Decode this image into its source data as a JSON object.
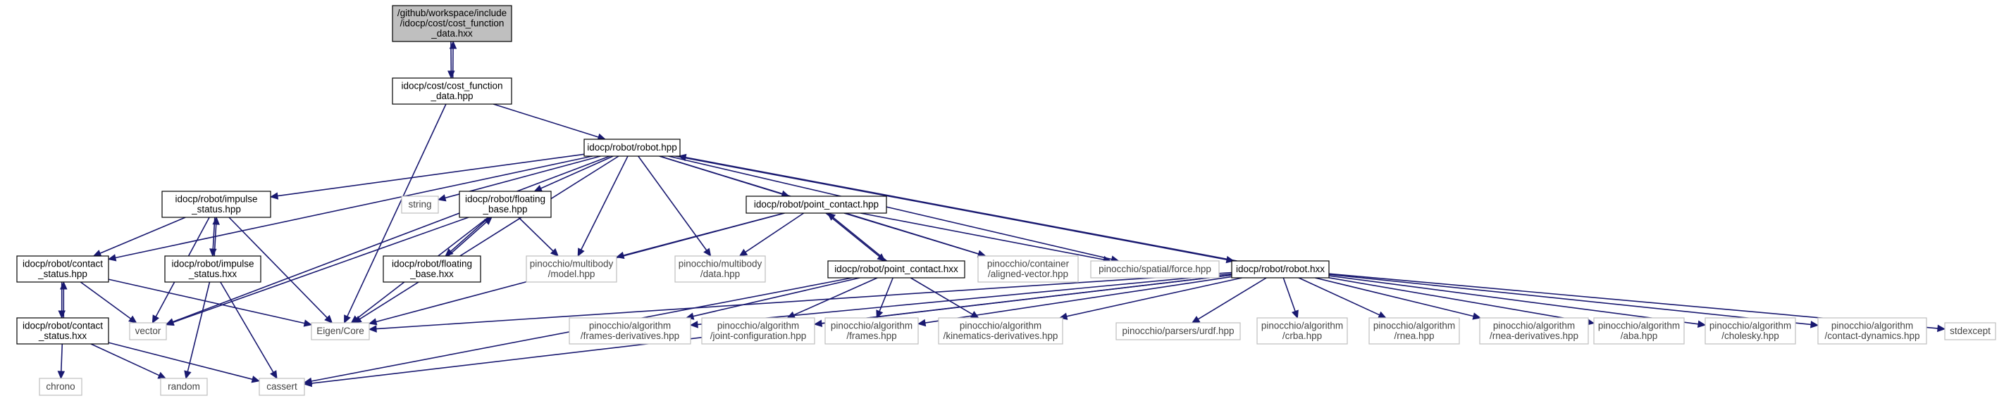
{
  "graph": {
    "colors": {
      "edge": "#191970",
      "root_fill": "#bfbfbf",
      "node_border": "#000000",
      "ext_border": "#bfbfbf",
      "ext_text": "#444444"
    },
    "nodes": [
      {
        "id": "root",
        "lines": [
          "/github/workspace/include",
          "/idocp/cost/cost_function",
          "_data.hxx"
        ],
        "kind": "root"
      },
      {
        "id": "cfd_hpp",
        "lines": [
          "idocp/cost/cost_function",
          "_data.hpp"
        ],
        "kind": "doc"
      },
      {
        "id": "robot_hpp",
        "lines": [
          "idocp/robot/robot.hpp"
        ],
        "kind": "doc"
      },
      {
        "id": "impulse_hpp",
        "lines": [
          "idocp/robot/impulse",
          "_status.hpp"
        ],
        "kind": "doc"
      },
      {
        "id": "string",
        "lines": [
          "string"
        ],
        "kind": "ext"
      },
      {
        "id": "floating_hpp",
        "lines": [
          "idocp/robot/floating",
          "_base.hpp"
        ],
        "kind": "doc"
      },
      {
        "id": "point_hpp",
        "lines": [
          "idocp/robot/point_contact.hpp"
        ],
        "kind": "doc"
      },
      {
        "id": "contact_hpp",
        "lines": [
          "idocp/robot/contact",
          "_status.hpp"
        ],
        "kind": "doc"
      },
      {
        "id": "impulse_hxx",
        "lines": [
          "idocp/robot/impulse",
          "_status.hxx"
        ],
        "kind": "doc"
      },
      {
        "id": "floating_hxx",
        "lines": [
          "idocp/robot/floating",
          "_base.hxx"
        ],
        "kind": "doc"
      },
      {
        "id": "model_hpp",
        "lines": [
          "pinocchio/multibody",
          "/model.hpp"
        ],
        "kind": "ext"
      },
      {
        "id": "data_hpp",
        "lines": [
          "pinocchio/multibody",
          "/data.hpp"
        ],
        "kind": "ext"
      },
      {
        "id": "point_hxx",
        "lines": [
          "idocp/robot/point_contact.hxx"
        ],
        "kind": "doc"
      },
      {
        "id": "aligned",
        "lines": [
          "pinocchio/container",
          "/aligned-vector.hpp"
        ],
        "kind": "ext"
      },
      {
        "id": "force",
        "lines": [
          "pinocchio/spatial/force.hpp"
        ],
        "kind": "ext"
      },
      {
        "id": "robot_hxx",
        "lines": [
          "idocp/robot/robot.hxx"
        ],
        "kind": "doc"
      },
      {
        "id": "contact_hxx",
        "lines": [
          "idocp/robot/contact",
          "_status.hxx"
        ],
        "kind": "doc"
      },
      {
        "id": "vector",
        "lines": [
          "vector"
        ],
        "kind": "ext"
      },
      {
        "id": "eigen",
        "lines": [
          "Eigen/Core"
        ],
        "kind": "ext"
      },
      {
        "id": "frames_deriv",
        "lines": [
          "pinocchio/algorithm",
          "/frames-derivatives.hpp"
        ],
        "kind": "ext"
      },
      {
        "id": "joint_conf",
        "lines": [
          "pinocchio/algorithm",
          "/joint-configuration.hpp"
        ],
        "kind": "ext"
      },
      {
        "id": "frames",
        "lines": [
          "pinocchio/algorithm",
          "/frames.hpp"
        ],
        "kind": "ext"
      },
      {
        "id": "kin_deriv",
        "lines": [
          "pinocchio/algorithm",
          "/kinematics-derivatives.hpp"
        ],
        "kind": "ext"
      },
      {
        "id": "urdf",
        "lines": [
          "pinocchio/parsers/urdf.hpp"
        ],
        "kind": "ext"
      },
      {
        "id": "crba",
        "lines": [
          "pinocchio/algorithm",
          "/crba.hpp"
        ],
        "kind": "ext"
      },
      {
        "id": "rnea",
        "lines": [
          "pinocchio/algorithm",
          "/rnea.hpp"
        ],
        "kind": "ext"
      },
      {
        "id": "rnea_deriv",
        "lines": [
          "pinocchio/algorithm",
          "/rnea-derivatives.hpp"
        ],
        "kind": "ext"
      },
      {
        "id": "aba",
        "lines": [
          "pinocchio/algorithm",
          "/aba.hpp"
        ],
        "kind": "ext"
      },
      {
        "id": "cholesky",
        "lines": [
          "pinocchio/algorithm",
          "/cholesky.hpp"
        ],
        "kind": "ext"
      },
      {
        "id": "contact_dyn",
        "lines": [
          "pinocchio/algorithm",
          "/contact-dynamics.hpp"
        ],
        "kind": "ext"
      },
      {
        "id": "stdexcept",
        "lines": [
          "stdexcept"
        ],
        "kind": "ext"
      },
      {
        "id": "chrono",
        "lines": [
          "chrono"
        ],
        "kind": "ext"
      },
      {
        "id": "random",
        "lines": [
          "random"
        ],
        "kind": "ext"
      },
      {
        "id": "cassert",
        "lines": [
          "cassert"
        ],
        "kind": "ext"
      }
    ],
    "edges": [
      [
        "root",
        "cfd_hpp"
      ],
      [
        "cfd_hpp",
        "root"
      ],
      [
        "cfd_hpp",
        "robot_hpp"
      ],
      [
        "cfd_hpp",
        "eigen"
      ],
      [
        "robot_hpp",
        "impulse_hpp"
      ],
      [
        "robot_hpp",
        "string"
      ],
      [
        "robot_hpp",
        "floating_hpp"
      ],
      [
        "robot_hpp",
        "point_hpp"
      ],
      [
        "robot_hpp",
        "contact_hpp"
      ],
      [
        "robot_hpp",
        "vector"
      ],
      [
        "robot_hpp",
        "model_hpp"
      ],
      [
        "robot_hpp",
        "data_hpp"
      ],
      [
        "robot_hpp",
        "aligned"
      ],
      [
        "robot_hpp",
        "force"
      ],
      [
        "robot_hpp",
        "robot_hxx"
      ],
      [
        "robot_hpp",
        "eigen"
      ],
      [
        "impulse_hpp",
        "contact_hpp"
      ],
      [
        "impulse_hpp",
        "impulse_hxx"
      ],
      [
        "impulse_hpp",
        "vector"
      ],
      [
        "impulse_hpp",
        "eigen"
      ],
      [
        "impulse_hxx",
        "impulse_hpp"
      ],
      [
        "impulse_hxx",
        "random"
      ],
      [
        "impulse_hxx",
        "cassert"
      ],
      [
        "floating_hpp",
        "floating_hxx"
      ],
      [
        "floating_hpp",
        "model_hpp"
      ],
      [
        "floating_hpp",
        "vector"
      ],
      [
        "floating_hpp",
        "eigen"
      ],
      [
        "floating_hxx",
        "floating_hpp"
      ],
      [
        "point_hpp",
        "point_hxx"
      ],
      [
        "point_hpp",
        "model_hpp"
      ],
      [
        "point_hpp",
        "data_hpp"
      ],
      [
        "point_hpp",
        "aligned"
      ],
      [
        "point_hpp",
        "force"
      ],
      [
        "point_hpp",
        "eigen"
      ],
      [
        "point_hxx",
        "point_hpp"
      ],
      [
        "point_hxx",
        "frames_deriv"
      ],
      [
        "point_hxx",
        "joint_conf"
      ],
      [
        "point_hxx",
        "frames"
      ],
      [
        "point_hxx",
        "kin_deriv"
      ],
      [
        "point_hxx",
        "cassert"
      ],
      [
        "contact_hpp",
        "contact_hxx"
      ],
      [
        "contact_hpp",
        "vector"
      ],
      [
        "contact_hpp",
        "eigen"
      ],
      [
        "contact_hxx",
        "contact_hpp"
      ],
      [
        "contact_hxx",
        "chrono"
      ],
      [
        "contact_hxx",
        "random"
      ],
      [
        "contact_hxx",
        "cassert"
      ],
      [
        "robot_hxx",
        "robot_hpp"
      ],
      [
        "robot_hxx",
        "eigen"
      ],
      [
        "robot_hxx",
        "frames_deriv"
      ],
      [
        "robot_hxx",
        "joint_conf"
      ],
      [
        "robot_hxx",
        "frames"
      ],
      [
        "robot_hxx",
        "kin_deriv"
      ],
      [
        "robot_hxx",
        "urdf"
      ],
      [
        "robot_hxx",
        "crba"
      ],
      [
        "robot_hxx",
        "rnea"
      ],
      [
        "robot_hxx",
        "rnea_deriv"
      ],
      [
        "robot_hxx",
        "aba"
      ],
      [
        "robot_hxx",
        "cholesky"
      ],
      [
        "robot_hxx",
        "contact_dyn"
      ],
      [
        "robot_hxx",
        "stdexcept"
      ],
      [
        "robot_hxx",
        "cassert"
      ]
    ]
  }
}
